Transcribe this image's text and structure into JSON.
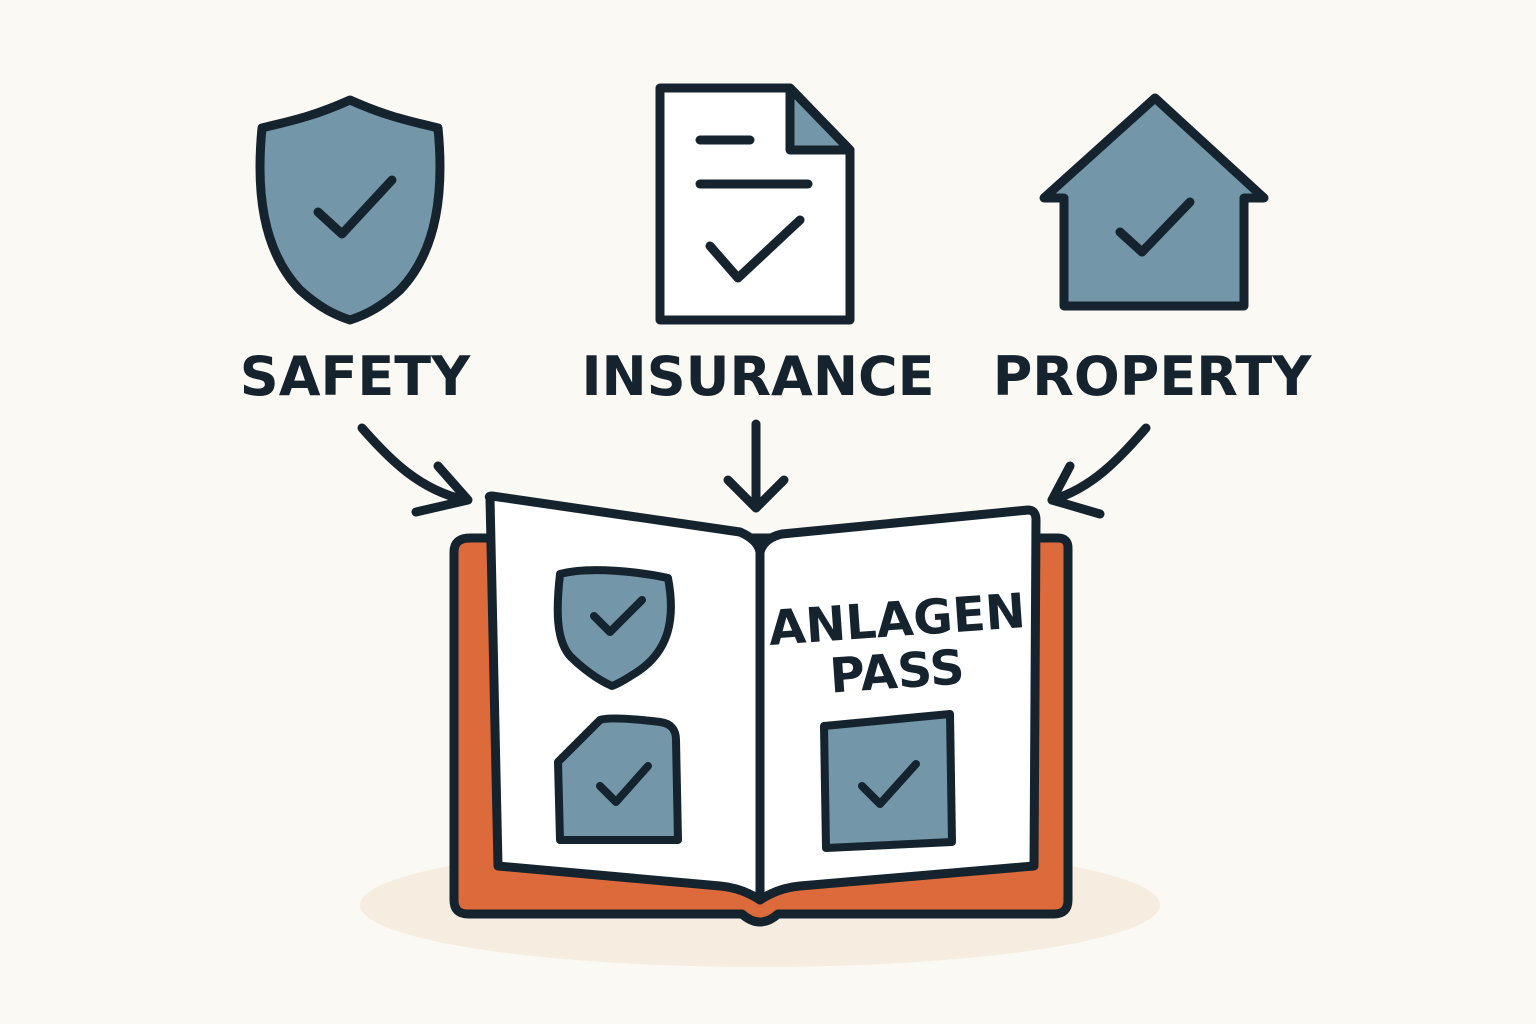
{
  "colors": {
    "ink": "#15232f",
    "icon_fill": "#7396a8",
    "book_cover": "#dd6a3a",
    "page": "#ffffff",
    "background": "#fbf9f4",
    "shadow": "#f6ecdf"
  },
  "categories": [
    {
      "id": "safety",
      "label": "SAFETY",
      "icon": "shield-check-icon"
    },
    {
      "id": "insurance",
      "label": "INSURANCE",
      "icon": "document-check-icon"
    },
    {
      "id": "property",
      "label": "PROPERTY",
      "icon": "house-check-icon"
    }
  ],
  "book": {
    "title_line1": "ANLAGEN",
    "title_line2": "PASS",
    "page_icons": [
      "shield-check-icon",
      "house-check-icon",
      "square-check-icon"
    ]
  }
}
